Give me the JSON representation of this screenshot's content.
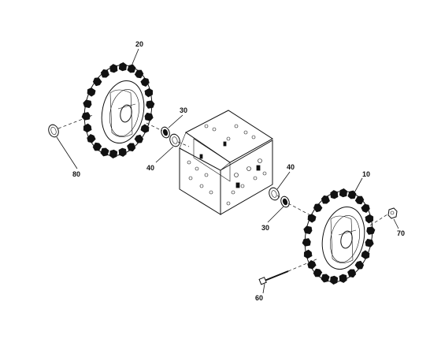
{
  "callouts": {
    "p10": "10",
    "p20": "20",
    "p30_upper": "30",
    "p30_lower": "30",
    "p40_upper": "40",
    "p40_lower": "40",
    "p60": "60",
    "p70": "70",
    "p80": "80"
  }
}
